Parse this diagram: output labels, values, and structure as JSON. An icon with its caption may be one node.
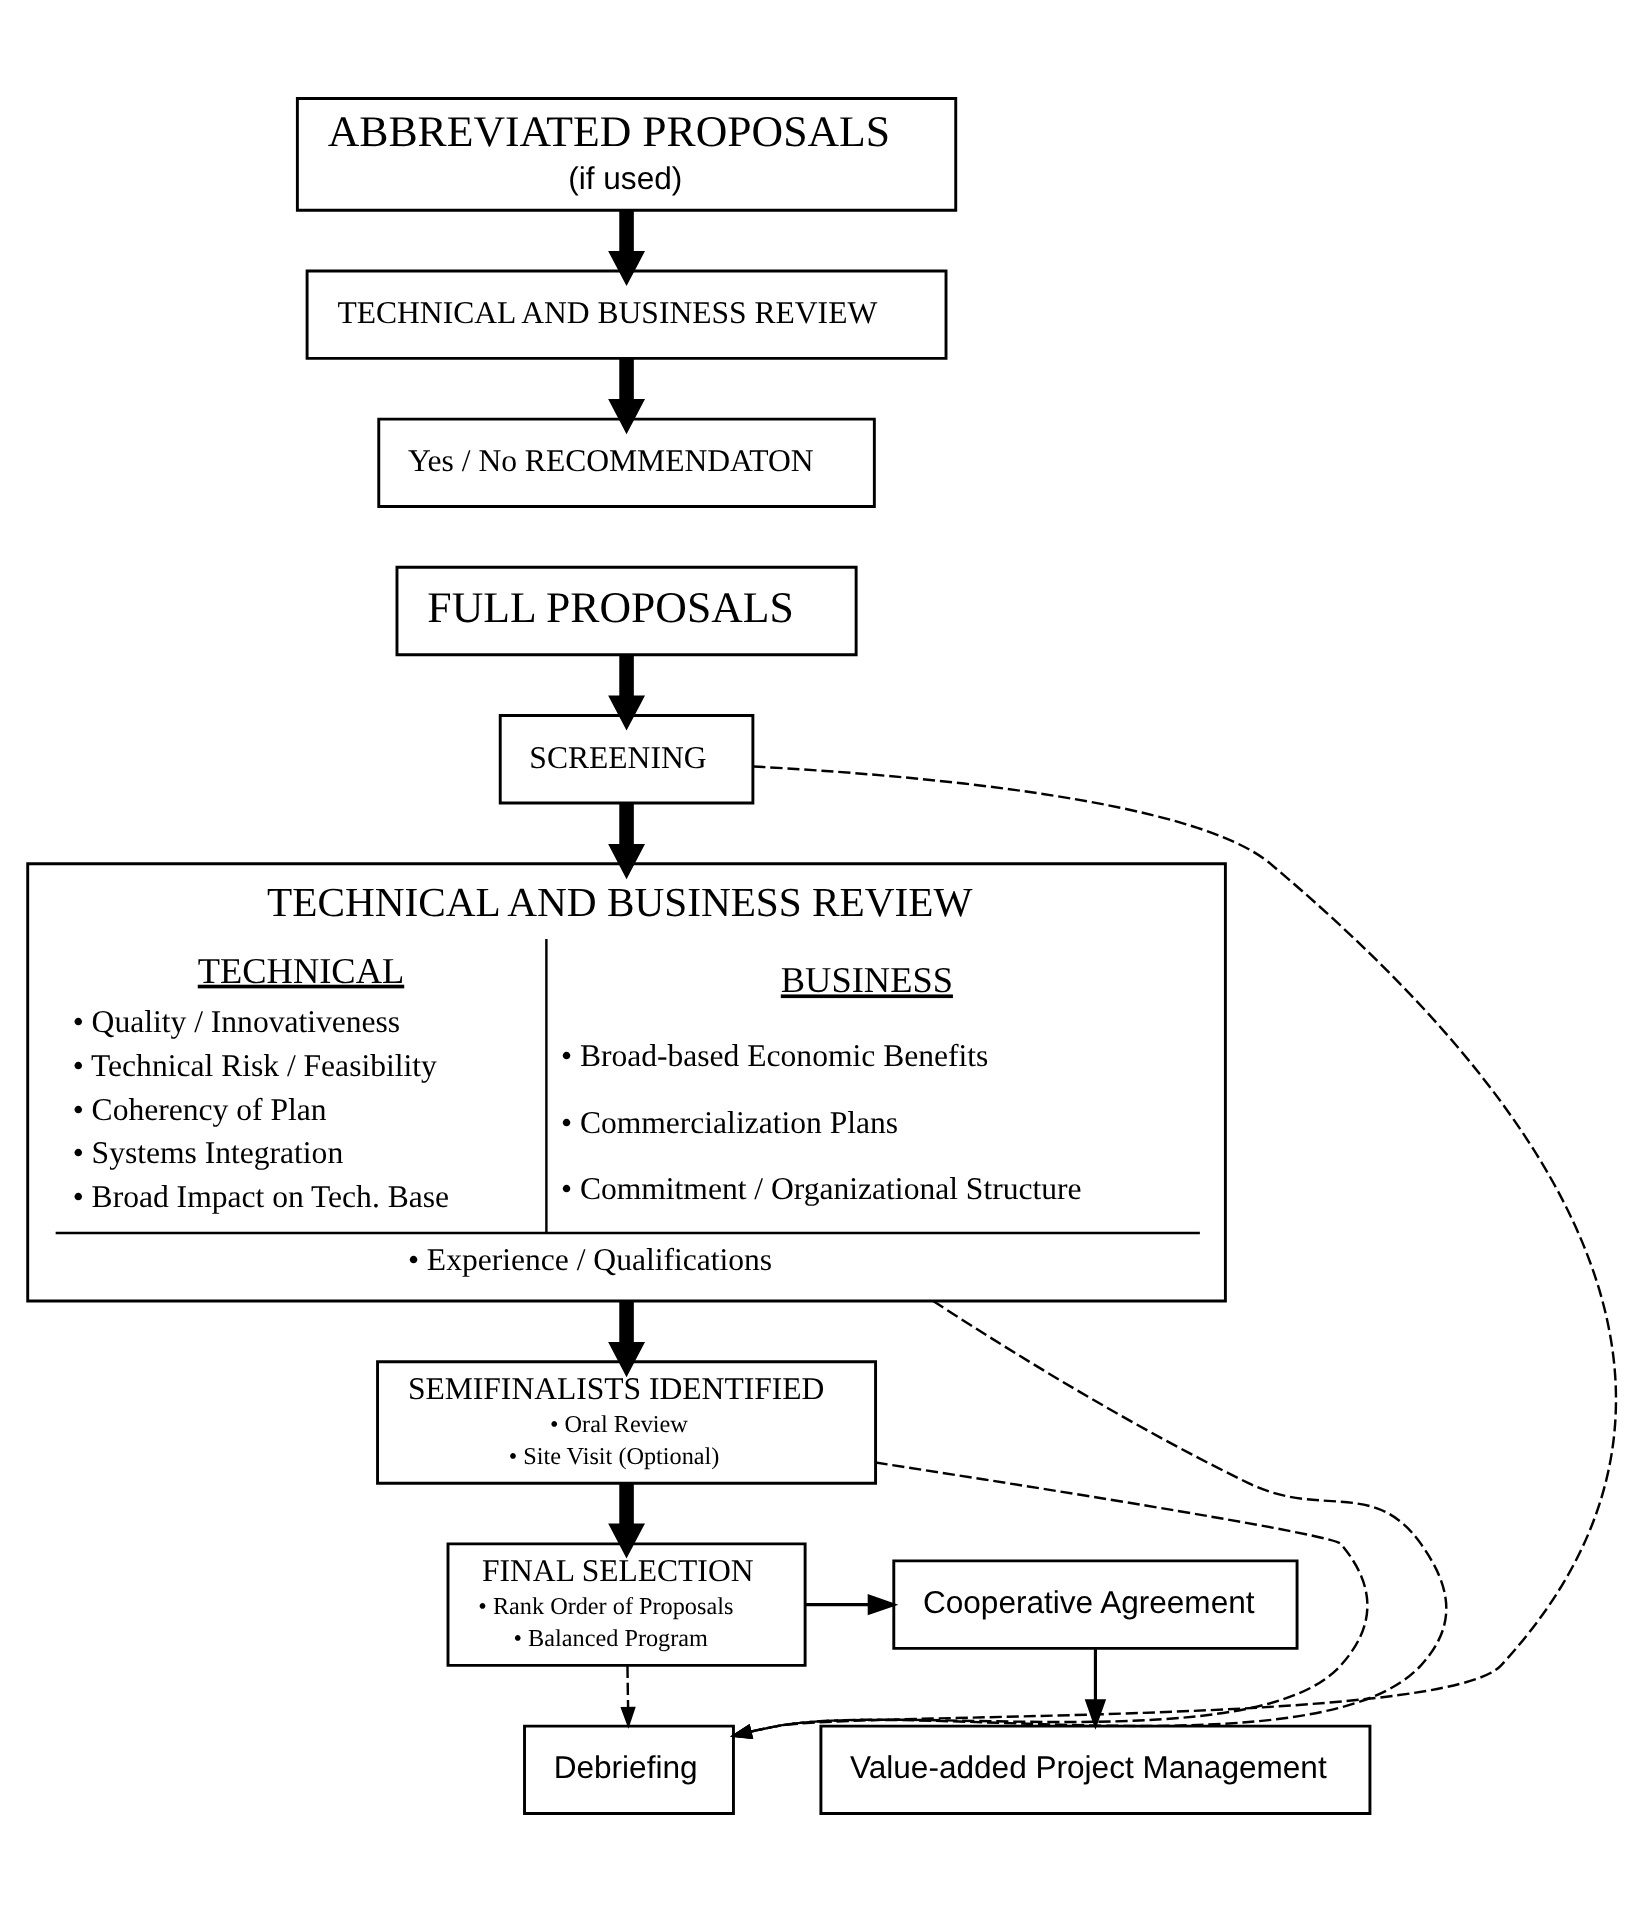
{
  "diagram": {
    "nodes": [
      {
        "text": [
          "ABBREVIATED PROPOSALS",
          "(if used)"
        ]
      },
      {
        "text": [
          "TECHNICAL AND BUSINESS REVIEW"
        ]
      },
      {
        "text": [
          "Yes / No RECOMMENDATON"
        ]
      },
      {
        "text": [
          "FULL PROPOSALS"
        ]
      },
      {
        "text": [
          "SCREENING"
        ]
      },
      {
        "text": [
          "TECHNICAL AND BUSINESS REVIEW",
          "TECHNICAL",
          "• Quality / Innovativeness",
          "• Technical Risk / Feasibility",
          "• Coherency of Plan",
          "• Systems Integration",
          "• Broad Impact on Tech. Base",
          "BUSINESS",
          "• Broad-based Economic Benefits",
          "• Commercialization Plans",
          "• Commitment / Organizational Structure",
          "• Experience / Qualifications"
        ]
      },
      {
        "text": [
          "SEMIFINALISTS IDENTIFIED",
          "• Oral Review",
          "• Site Visit (Optional)"
        ]
      },
      {
        "text": [
          "FINAL SELECTION",
          "• Rank Order of Proposals",
          "• Balanced Program"
        ]
      },
      {
        "text": [
          "Cooperative Agreement"
        ]
      },
      {
        "text": [
          "Value-added Project Management"
        ]
      },
      {
        "text": [
          "Debriefing"
        ]
      }
    ],
    "edges": [
      {
        "from": 0,
        "to": 1,
        "arrow": "to",
        "style": "thick"
      },
      {
        "from": 1,
        "to": 2,
        "arrow": "to",
        "style": "thick"
      },
      {
        "from": 3,
        "to": 4,
        "arrow": "to",
        "style": "thick"
      },
      {
        "from": 4,
        "to": 5,
        "arrow": "to",
        "style": "thick"
      },
      {
        "from": 5,
        "to": 6,
        "arrow": "to",
        "style": "thick"
      },
      {
        "from": 6,
        "to": 7,
        "arrow": "to",
        "style": "thick"
      },
      {
        "from": 7,
        "to": 8,
        "arrow": "to"
      },
      {
        "from": 8,
        "to": 9,
        "arrow": "to"
      },
      {
        "from": 4,
        "to": 10,
        "arrow": "to",
        "style": "dashed"
      },
      {
        "from": 5,
        "to": 10,
        "arrow": "to",
        "style": "dashed"
      },
      {
        "from": 6,
        "to": 10,
        "arrow": "to",
        "style": "dashed"
      },
      {
        "from": 7,
        "to": 10,
        "arrow": "to",
        "style": "dashed"
      }
    ]
  }
}
